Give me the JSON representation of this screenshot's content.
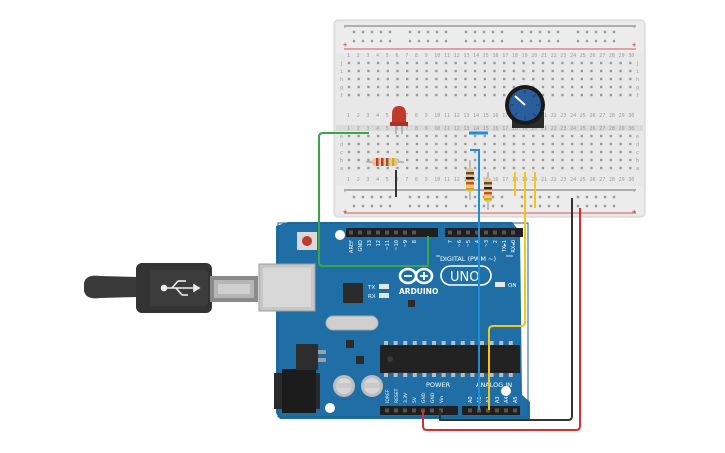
{
  "board": {
    "brand": "ARDUINO",
    "model": "UNO",
    "digital_header": "DIGITAL (PWM ~)",
    "power_header": "POWER",
    "analog_header": "ANALOG IN",
    "on_label": "ON",
    "tx_label": "TX",
    "rx_label": "RX",
    "digital_pins": [
      "AREF",
      "GND",
      "13",
      "12",
      "~11",
      "~10",
      "~9",
      "8",
      "7",
      "~6",
      "~5",
      "4",
      "~3",
      "2",
      "TX▸1",
      "RX◂0"
    ],
    "power_pins": [
      "IOREF",
      "RESET",
      "3.3V",
      "5V",
      "GND",
      "GND",
      "Vin"
    ],
    "analog_pins": [
      "A0",
      "A1",
      "A2",
      "A3",
      "A4",
      "A5"
    ]
  },
  "breadboard": {
    "row_letters_top": [
      "j",
      "i",
      "h",
      "g",
      "f"
    ],
    "row_letters_bottom": [
      "e",
      "d",
      "c",
      "b",
      "a"
    ],
    "column_numbers": [
      "1",
      "2",
      "3",
      "4",
      "5",
      "6",
      "7",
      "8",
      "9",
      "10",
      "11",
      "12",
      "13",
      "14",
      "15",
      "16",
      "17",
      "18",
      "19",
      "20",
      "21",
      "22",
      "23",
      "24",
      "25",
      "26",
      "27",
      "28",
      "29",
      "30"
    ],
    "rail_plus": "+",
    "rail_minus": "-"
  },
  "colors": {
    "board": "#1f6fa6",
    "breadboard": "#e9e9e9",
    "wire_green": "#3aa64a",
    "wire_blue": "#1e8fd6",
    "wire_yellow": "#f5c518",
    "wire_red": "#d32f2f",
    "wire_black": "#333333",
    "led_red": "#c0392b",
    "pot_knob": "#2a5e9c"
  }
}
